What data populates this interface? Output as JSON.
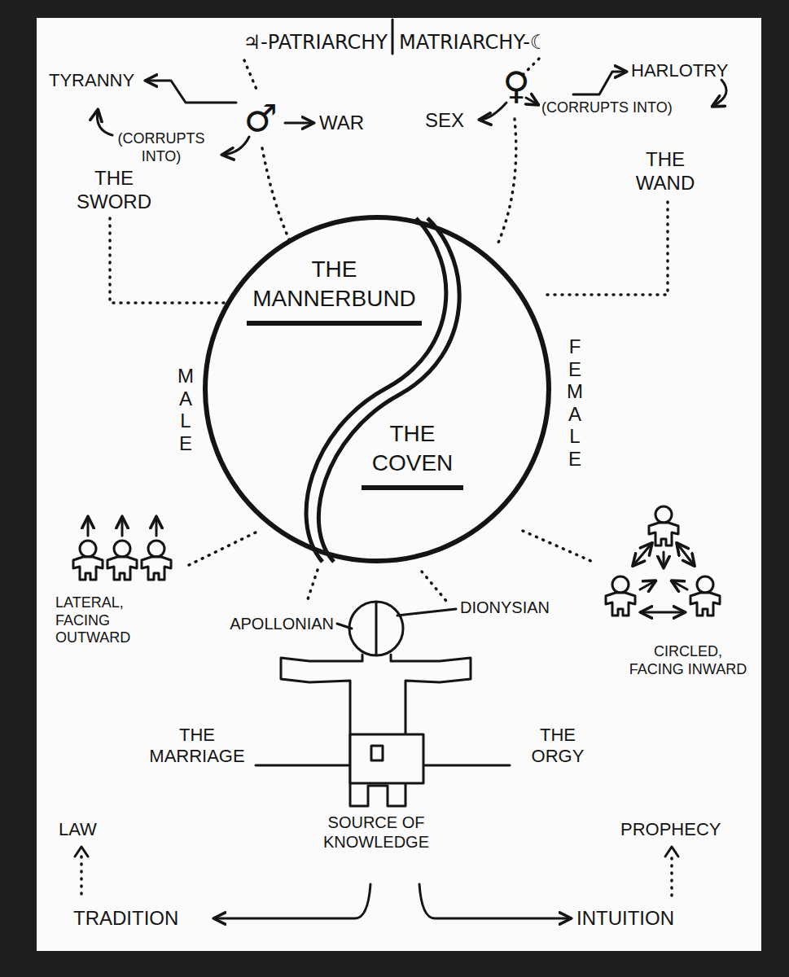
{
  "diagram": {
    "nodes": [
      {
        "text": [
          "THE MANNERBUND",
          "THE COVEN"
        ]
      }
    ],
    "labels": [
      "♃-PATRIARCHY",
      "MATRIARCHY-☾",
      "TYRANNY",
      "HARLOTRY",
      "♂",
      "WAR",
      "SEX",
      "♀",
      "(CORRUPTS INTO)",
      "(CORRUPTS INTO)",
      "THE SWORD",
      "THE WAND",
      "MALE",
      "FEMALE",
      "LATERAL, FACING OUTWARD",
      "CIRCLED, FACING INWARD",
      "APOLLONIAN",
      "DIONYSIAN",
      "THE MARRIAGE",
      "THE ORGY",
      "LAW",
      "SOURCE OF KNOWLEDGE",
      "PROPHECY",
      "TRADITION",
      "INTUITION"
    ]
  }
}
